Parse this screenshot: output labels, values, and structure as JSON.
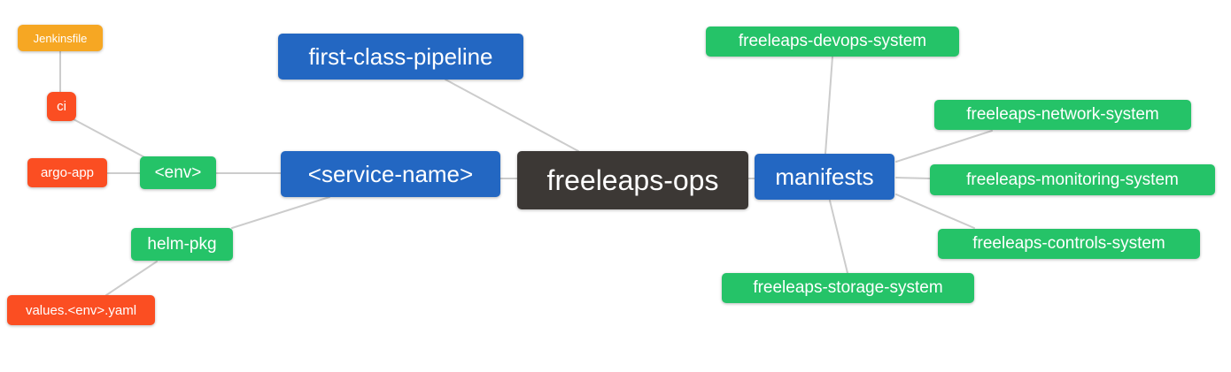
{
  "diagram": {
    "type": "mindmap",
    "root_label": "freeleaps-ops"
  },
  "palette": {
    "root_node": "#3c3835",
    "branch_blue": "#2367c2",
    "leaf_green": "#25c368",
    "leaf_orange": "#f6a723",
    "leaf_red": "#fb4e22",
    "edge_gray": "#cccccc",
    "node_text": "#ffffff",
    "background": "#ffffff"
  },
  "nodes": {
    "ops": {
      "label": "freeleaps-ops"
    },
    "fcp": {
      "label": "first-class-pipeline"
    },
    "service": {
      "label": "<service-name>"
    },
    "manifests": {
      "label": "manifests"
    },
    "env": {
      "label": "<env>"
    },
    "helm_pkg": {
      "label": "helm-pkg"
    },
    "ci": {
      "label": "ci"
    },
    "argo_app": {
      "label": "argo-app"
    },
    "jenkinsfile": {
      "label": "Jenkinsfile"
    },
    "values": {
      "label": "values.<env>.yaml"
    },
    "devops": {
      "label": "freeleaps-devops-system"
    },
    "network": {
      "label": "freeleaps-network-system"
    },
    "monitoring": {
      "label": "freeleaps-monitoring-system"
    },
    "controls": {
      "label": "freeleaps-controls-system"
    },
    "storage": {
      "label": "freeleaps-storage-system"
    }
  },
  "edges": [
    {
      "from": "Jenkinsfile",
      "to": "ci"
    },
    {
      "from": "ci",
      "to": "<env>"
    },
    {
      "from": "argo-app",
      "to": "<env>"
    },
    {
      "from": "<env>",
      "to": "<service-name>"
    },
    {
      "from": "helm-pkg",
      "to": "<service-name>"
    },
    {
      "from": "values.<env>.yaml",
      "to": "helm-pkg"
    },
    {
      "from": "first-class-pipeline",
      "to": "freeleaps-ops"
    },
    {
      "from": "<service-name>",
      "to": "freeleaps-ops"
    },
    {
      "from": "freeleaps-ops",
      "to": "manifests"
    },
    {
      "from": "manifests",
      "to": "freeleaps-devops-system"
    },
    {
      "from": "manifests",
      "to": "freeleaps-network-system"
    },
    {
      "from": "manifests",
      "to": "freeleaps-monitoring-system"
    },
    {
      "from": "manifests",
      "to": "freeleaps-controls-system"
    },
    {
      "from": "manifests",
      "to": "freeleaps-storage-system"
    }
  ]
}
